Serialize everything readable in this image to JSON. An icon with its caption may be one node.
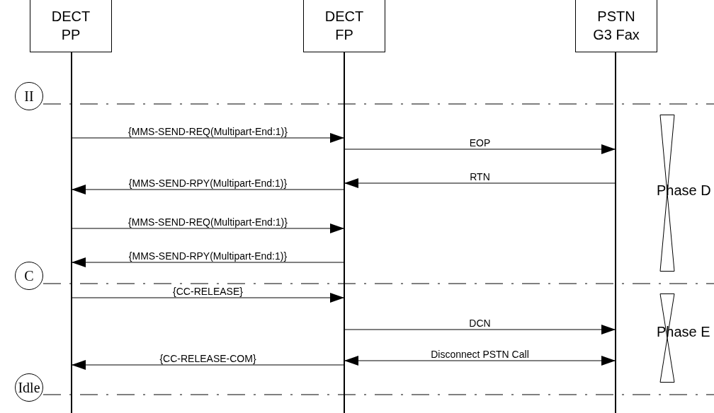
{
  "diagram": {
    "nodes": [
      {
        "text": [
          "DECT PP"
        ]
      },
      {
        "text": [
          "DECT FP"
        ]
      },
      {
        "text": [
          "PSTN G3 Fax"
        ]
      },
      {
        "text": [
          "II"
        ]
      },
      {
        "text": [
          "C"
        ]
      },
      {
        "text": [
          "Idle"
        ]
      },
      {
        "text": [
          "Phase D"
        ]
      },
      {
        "text": [
          "Phase E"
        ]
      }
    ],
    "edges": [
      {
        "from": 0,
        "to": 1,
        "arrow": "to",
        "label": "{MMS-SEND-REQ(Multipart-End:1)}"
      },
      {
        "from": 1,
        "to": 2,
        "arrow": "to",
        "label": "EOP"
      },
      {
        "from": 2,
        "to": 1,
        "arrow": "to",
        "label": "RTN"
      },
      {
        "from": 1,
        "to": 0,
        "arrow": "to",
        "label": "{MMS-SEND-RPY(Multipart-End:1)}"
      },
      {
        "from": 0,
        "to": 1,
        "arrow": "to",
        "label": "{MMS-SEND-REQ(Multipart-End:1)}"
      },
      {
        "from": 1,
        "to": 0,
        "arrow": "to",
        "label": "{MMS-SEND-RPY(Multipart-End:1)}"
      },
      {
        "from": 0,
        "to": 1,
        "arrow": "to",
        "label": "{CC-RELEASE}"
      },
      {
        "from": 1,
        "to": 2,
        "arrow": "to",
        "label": "DCN"
      },
      {
        "from": 1,
        "to": 2,
        "arrow": "both",
        "label": "Disconnect PSTN Call"
      },
      {
        "from": 1,
        "to": 0,
        "arrow": "to",
        "label": "{CC-RELEASE-COM}"
      }
    ]
  }
}
